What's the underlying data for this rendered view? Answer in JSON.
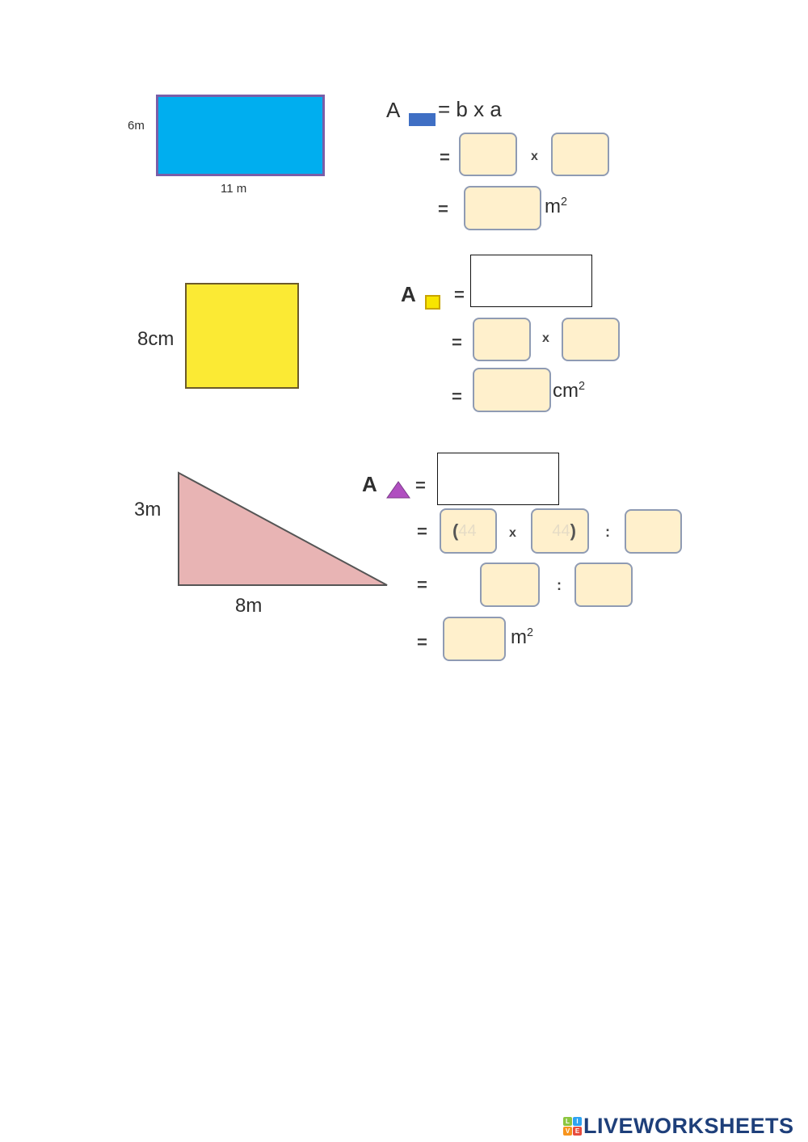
{
  "problems": [
    {
      "shape": "rectangle",
      "fill_color": "#00aeef",
      "border_color": "#7a5ea8",
      "side_label": "6m",
      "base_label": "11 m",
      "formula_prefix": "A",
      "icon_color": "#3f6fc4",
      "formula": "= b x a",
      "row1": {
        "eq": "=",
        "op": "x",
        "box1": "",
        "box2": ""
      },
      "row2": {
        "eq": "=",
        "result": "",
        "unit": "m",
        "unit_exp": "2"
      }
    },
    {
      "shape": "square",
      "fill_color": "#fbea34",
      "border_color": "#6b5a2a",
      "side_label": "8cm",
      "formula_prefix": "A",
      "icon_color": "#f8e500",
      "eq": "=",
      "formula_input": "",
      "row1": {
        "eq": "=",
        "op": "x",
        "box1": "",
        "box2": ""
      },
      "row2": {
        "eq": "=",
        "result": "",
        "unit": "cm",
        "unit_exp": "2"
      }
    },
    {
      "shape": "right-triangle",
      "fill_color": "#e8b4b4",
      "border_color": "#555555",
      "side_label": "3m",
      "base_label": "8m",
      "formula_prefix": "A",
      "icon_color": "#b04fc0",
      "eq": "=",
      "formula_input": "",
      "row1": {
        "eq": "=",
        "open_paren": "(",
        "ghost1": "44",
        "op": "x",
        "ghost2": "44",
        "close_paren": ")",
        "div": ":",
        "box1": "",
        "box2": "",
        "box3": ""
      },
      "row2": {
        "eq": "=",
        "div": ":",
        "box1": "",
        "box2": ""
      },
      "row3": {
        "eq": "=",
        "result": "",
        "unit": "m",
        "unit_exp": "2"
      }
    }
  ],
  "footer": {
    "logo_letters": [
      "L",
      "I",
      "V",
      "E"
    ],
    "logo_colors": [
      "#8cc63f",
      "#2ea3f2",
      "#f7941d",
      "#e84c3d"
    ],
    "brand": "LIVEWORKSHEETS"
  }
}
